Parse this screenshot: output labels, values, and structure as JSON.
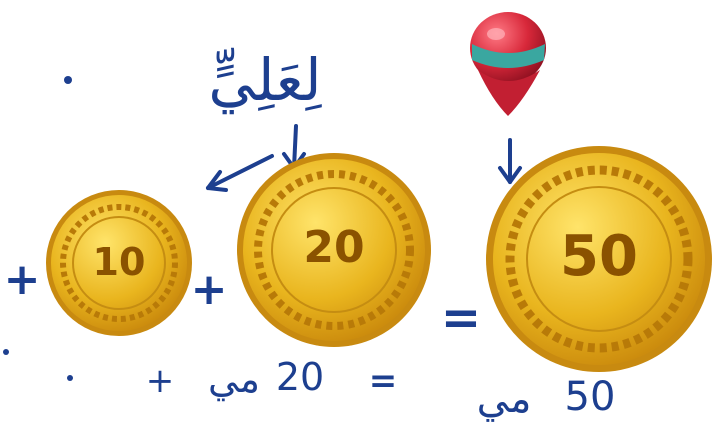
{
  "heading": {
    "word": "لِعَلِيٍّ"
  },
  "coins": [
    {
      "value": "10"
    },
    {
      "value": "20"
    },
    {
      "value": "50"
    }
  ],
  "symbols": {
    "plus": "+",
    "equals": "="
  },
  "bottom_line": {
    "left_value": "20",
    "left_unit": "مي",
    "right_value": "50",
    "right_unit": "مي"
  },
  "colors": {
    "ink": "#1d3f8f",
    "coin_gold": "#e6b21e",
    "coin_rim": "#c88a10",
    "balloon_red": "#d8283a",
    "balloon_band": "#3aa7a0"
  }
}
